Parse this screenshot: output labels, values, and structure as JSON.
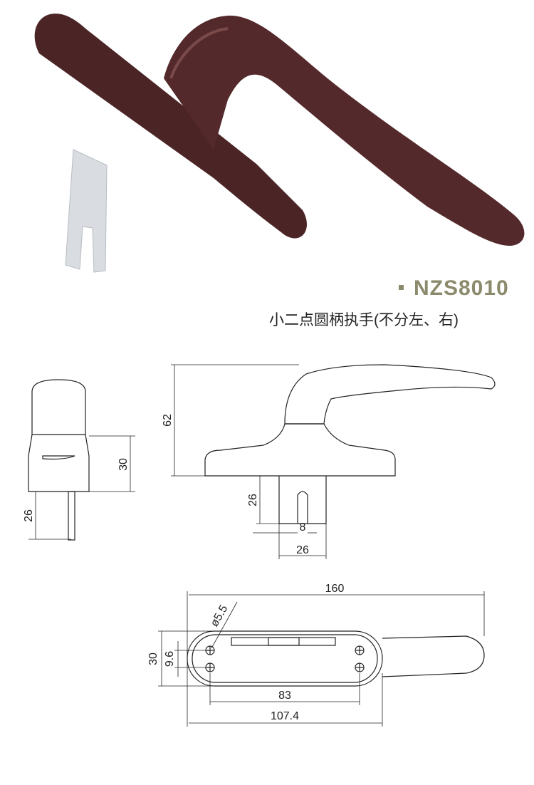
{
  "product": {
    "model": "NZS8010",
    "description": "小二点圆柄执手(不分左、右)",
    "accent_color": "#8c8a6c",
    "handle_color": "#4b2426"
  },
  "drawings": {
    "side_view": {
      "dim_height": "30",
      "dim_spindle": "26"
    },
    "front_view": {
      "dim_height": "62",
      "dim_spindle_length": "26",
      "dim_slot": "8",
      "dim_spindle_width": "26"
    },
    "top_view": {
      "dim_total_length": "160",
      "dim_hole_diameter": "ø5.5",
      "dim_base_width": "30",
      "dim_hole_spacing": "9.6",
      "dim_hole_distance": "83",
      "dim_base_length": "107.4"
    }
  }
}
